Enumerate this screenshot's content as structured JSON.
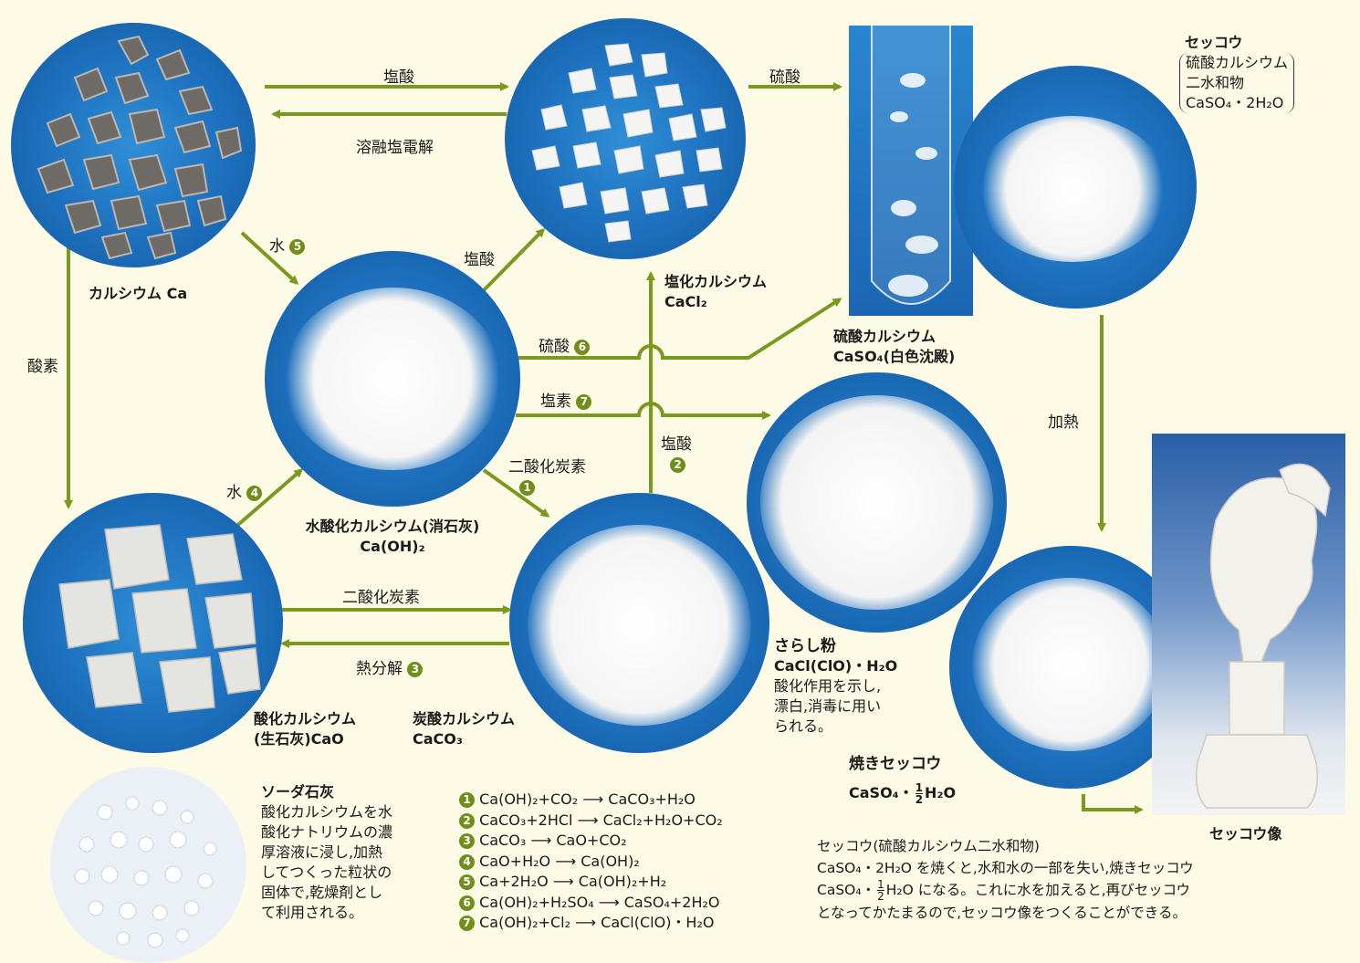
{
  "colors": {
    "background": "#fdfbe6",
    "arrow": "#7a9a1f",
    "disk": "#1d6fbd",
    "number_badge": "#6f8f1a"
  },
  "arrows": {
    "hydrochloric_top": "塩酸",
    "electrolysis": "溶融塩電解",
    "sulfuric_top": "硫酸",
    "water5": "水",
    "water5_num": "5",
    "oxygen": "酸素",
    "hcl_from_hydroxide": "塩酸",
    "sulfuric6": "硫酸",
    "sulfuric6_num": "6",
    "chlorine7": "塩素",
    "chlorine7_num": "7",
    "hcl2": "塩酸",
    "hcl2_num": "2",
    "co2_1": "二酸化炭素",
    "co2_1_num": "1",
    "water4": "水",
    "water4_num": "4",
    "co2_mid": "二酸化炭素",
    "thermal3": "熱分解",
    "thermal3_num": "3",
    "heating": "加熱"
  },
  "substances": {
    "calcium": "カルシウム Ca",
    "calcium_chloride": "塩化カルシウム",
    "calcium_chloride_formula": "CaCl₂",
    "calcium_sulfate": "硫酸カルシウム",
    "calcium_sulfate_formula": "CaSO₄(白色沈殿)",
    "gypsum_title": "セッコウ",
    "gypsum_line1": "硫酸カルシウム",
    "gypsum_line2": "二水和物",
    "gypsum_line3": "CaSO₄・2H₂O",
    "hydroxide": "水酸化カルシウム(消石灰)",
    "hydroxide_formula": "Ca(OH)₂",
    "oxide": "酸化カルシウム",
    "oxide_formula": "(生石灰)CaO",
    "carbonate": "炭酸カルシウム",
    "carbonate_formula": "CaCO₃",
    "bleach": "さらし粉",
    "bleach_formula": "CaCl(ClO)・H₂O",
    "bleach_desc1": "酸化作用を示し,",
    "bleach_desc2": "漂白,消毒に用い",
    "bleach_desc3": "られる。",
    "calcined_gypsum": "焼きセッコウ",
    "calcined_formula_pre": "CaSO₄・",
    "calcined_formula_num": "1",
    "calcined_formula_den": "2",
    "calcined_formula_post": "H₂O",
    "statue": "セッコウ像"
  },
  "soda_lime": {
    "title": "ソーダ石灰",
    "lines": [
      "酸化カルシウムを水",
      "酸化ナトリウムの濃",
      "厚溶液に浸し,加熱",
      "してつくった粒状の",
      "固体で,乾燥剤とし",
      "て利用される。"
    ]
  },
  "equations": [
    {
      "num": "1",
      "text": "Ca(OH)₂+CO₂ ⟶ CaCO₃+H₂O"
    },
    {
      "num": "2",
      "text": "CaCO₃+2HCl ⟶ CaCl₂+H₂O+CO₂"
    },
    {
      "num": "3",
      "text": "CaCO₃ ⟶ CaO+CO₂"
    },
    {
      "num": "4",
      "text": "CaO+H₂O ⟶ Ca(OH)₂"
    },
    {
      "num": "5",
      "text": "Ca+2H₂O ⟶ Ca(OH)₂+H₂"
    },
    {
      "num": "6",
      "text": "Ca(OH)₂+H₂SO₄ ⟶ CaSO₄+2H₂O"
    },
    {
      "num": "7",
      "text": "Ca(OH)₂+Cl₂ ⟶ CaCl(ClO)・H₂O"
    }
  ],
  "gypsum_note": {
    "line1": "セッコウ(硫酸カルシウム二水和物)",
    "line2": "CaSO₄・2H₂O を焼くと,水和水の一部を失い,焼きセッコウ",
    "line3_pre": "CaSO₄・",
    "line3_num": "1",
    "line3_den": "2",
    "line3_post": "H₂O になる。これに水を加えると,再びセッコウ",
    "line4": "となってかたまるので,セッコウ像をつくることができる。"
  }
}
